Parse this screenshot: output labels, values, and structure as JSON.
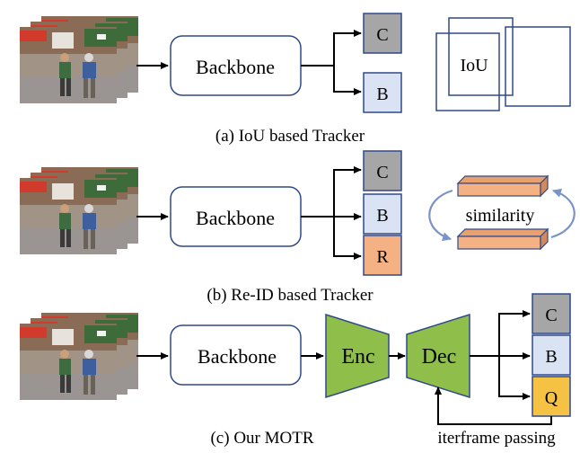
{
  "colors": {
    "line": "#000000",
    "box_border": "#2f4a8a",
    "classification_fill": "#a6a6a6",
    "box_fill": "#dae3f3",
    "reid_fill": "#f4b183",
    "query_fill": "#f6c243",
    "encoder_decoder_fill": "#8fbf4a",
    "photo_sky": "#c9cfd3",
    "photo_store": "#7a5a44",
    "photo_floor": "#9a9592"
  },
  "icons": {
    "frames": "video-frames-stack-icon",
    "iou": "overlapping-boxes-icon",
    "similarity": "feature-bars-cycle-icon"
  },
  "panel_a": {
    "backbone": "Backbone",
    "outputs": [
      "C",
      "B"
    ],
    "iou_label": "IoU",
    "caption": "(a) IoU based Tracker"
  },
  "panel_b": {
    "backbone": "Backbone",
    "outputs": [
      "C",
      "B",
      "R"
    ],
    "similarity_label": "similarity",
    "caption": "(b) Re-ID based Tracker"
  },
  "panel_c": {
    "backbone": "Backbone",
    "encoder": "Enc",
    "decoder": "Dec",
    "outputs": [
      "C",
      "B",
      "Q"
    ],
    "feedback_label": "iterframe passing",
    "caption": "(c) Our MOTR"
  }
}
